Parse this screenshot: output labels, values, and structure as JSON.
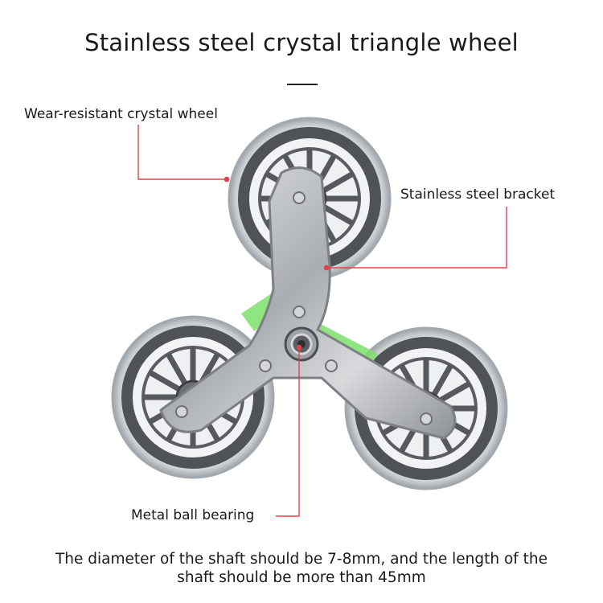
{
  "title": "Stainless steel crystal triangle wheel",
  "labels": {
    "wheel": "Wear-resistant crystal wheel",
    "bracket": "Stainless steel bracket",
    "bearing": "Metal ball bearing"
  },
  "caption": {
    "line1": "The diameter of the shaft should be 7-8mm, and the length of the",
    "line2": "shaft should be more than 45mm"
  },
  "colors": {
    "callout": "#e0424e",
    "wheel_rim": "#d9dde0",
    "hub": "#5c5f63",
    "steel": "#b9bcbf",
    "accent_green": "#7ee06a"
  },
  "icons": {
    "wheel": "crystal-wheel-icon",
    "bracket": "steel-bracket-icon",
    "bearing": "ball-bearing-icon"
  }
}
